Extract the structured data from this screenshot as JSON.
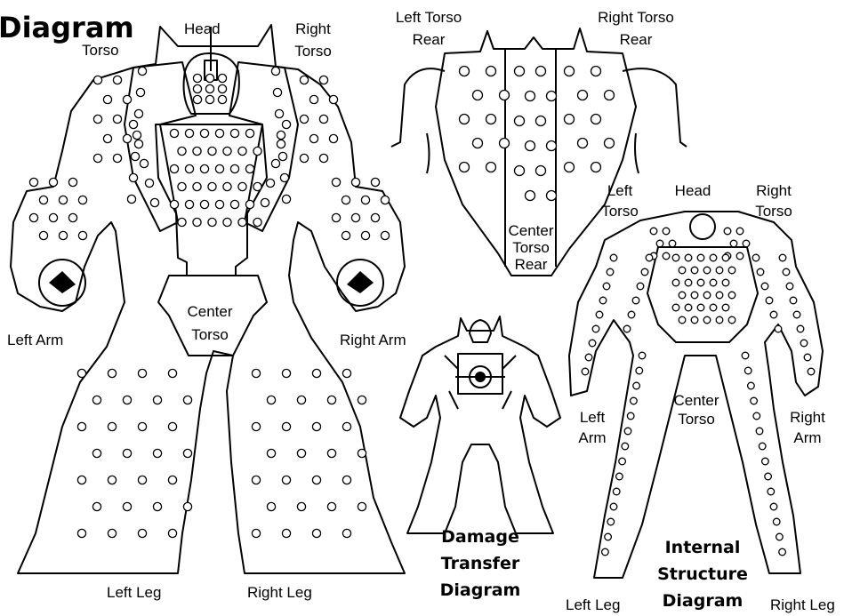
{
  "title": "Diagram",
  "front": {
    "labels": {
      "left_torso": "Torso",
      "head": "Head",
      "right_torso": "Right Torso",
      "center_torso": "Center Torso",
      "left_arm": "Left Arm",
      "right_arm": "Right Arm",
      "left_leg": "Left Leg",
      "right_leg": "Right Leg"
    }
  },
  "rear": {
    "labels": {
      "left_torso_rear": "Left Torso Rear",
      "right_torso_rear": "Right Torso Rear",
      "center_torso_rear": "Center Torso Rear"
    }
  },
  "damage_transfer": {
    "caption": "Damage Transfer Diagram"
  },
  "internal_structure": {
    "labels": {
      "left_torso": "Left Torso",
      "head": "Head",
      "right_torso": "Right Torso",
      "center_torso": "Center Torso",
      "left_arm": "Left Arm",
      "right_arm": "Right Arm",
      "left_leg": "Left Leg",
      "right_leg": "Right Leg"
    },
    "caption": "Internal Structure Diagram"
  }
}
